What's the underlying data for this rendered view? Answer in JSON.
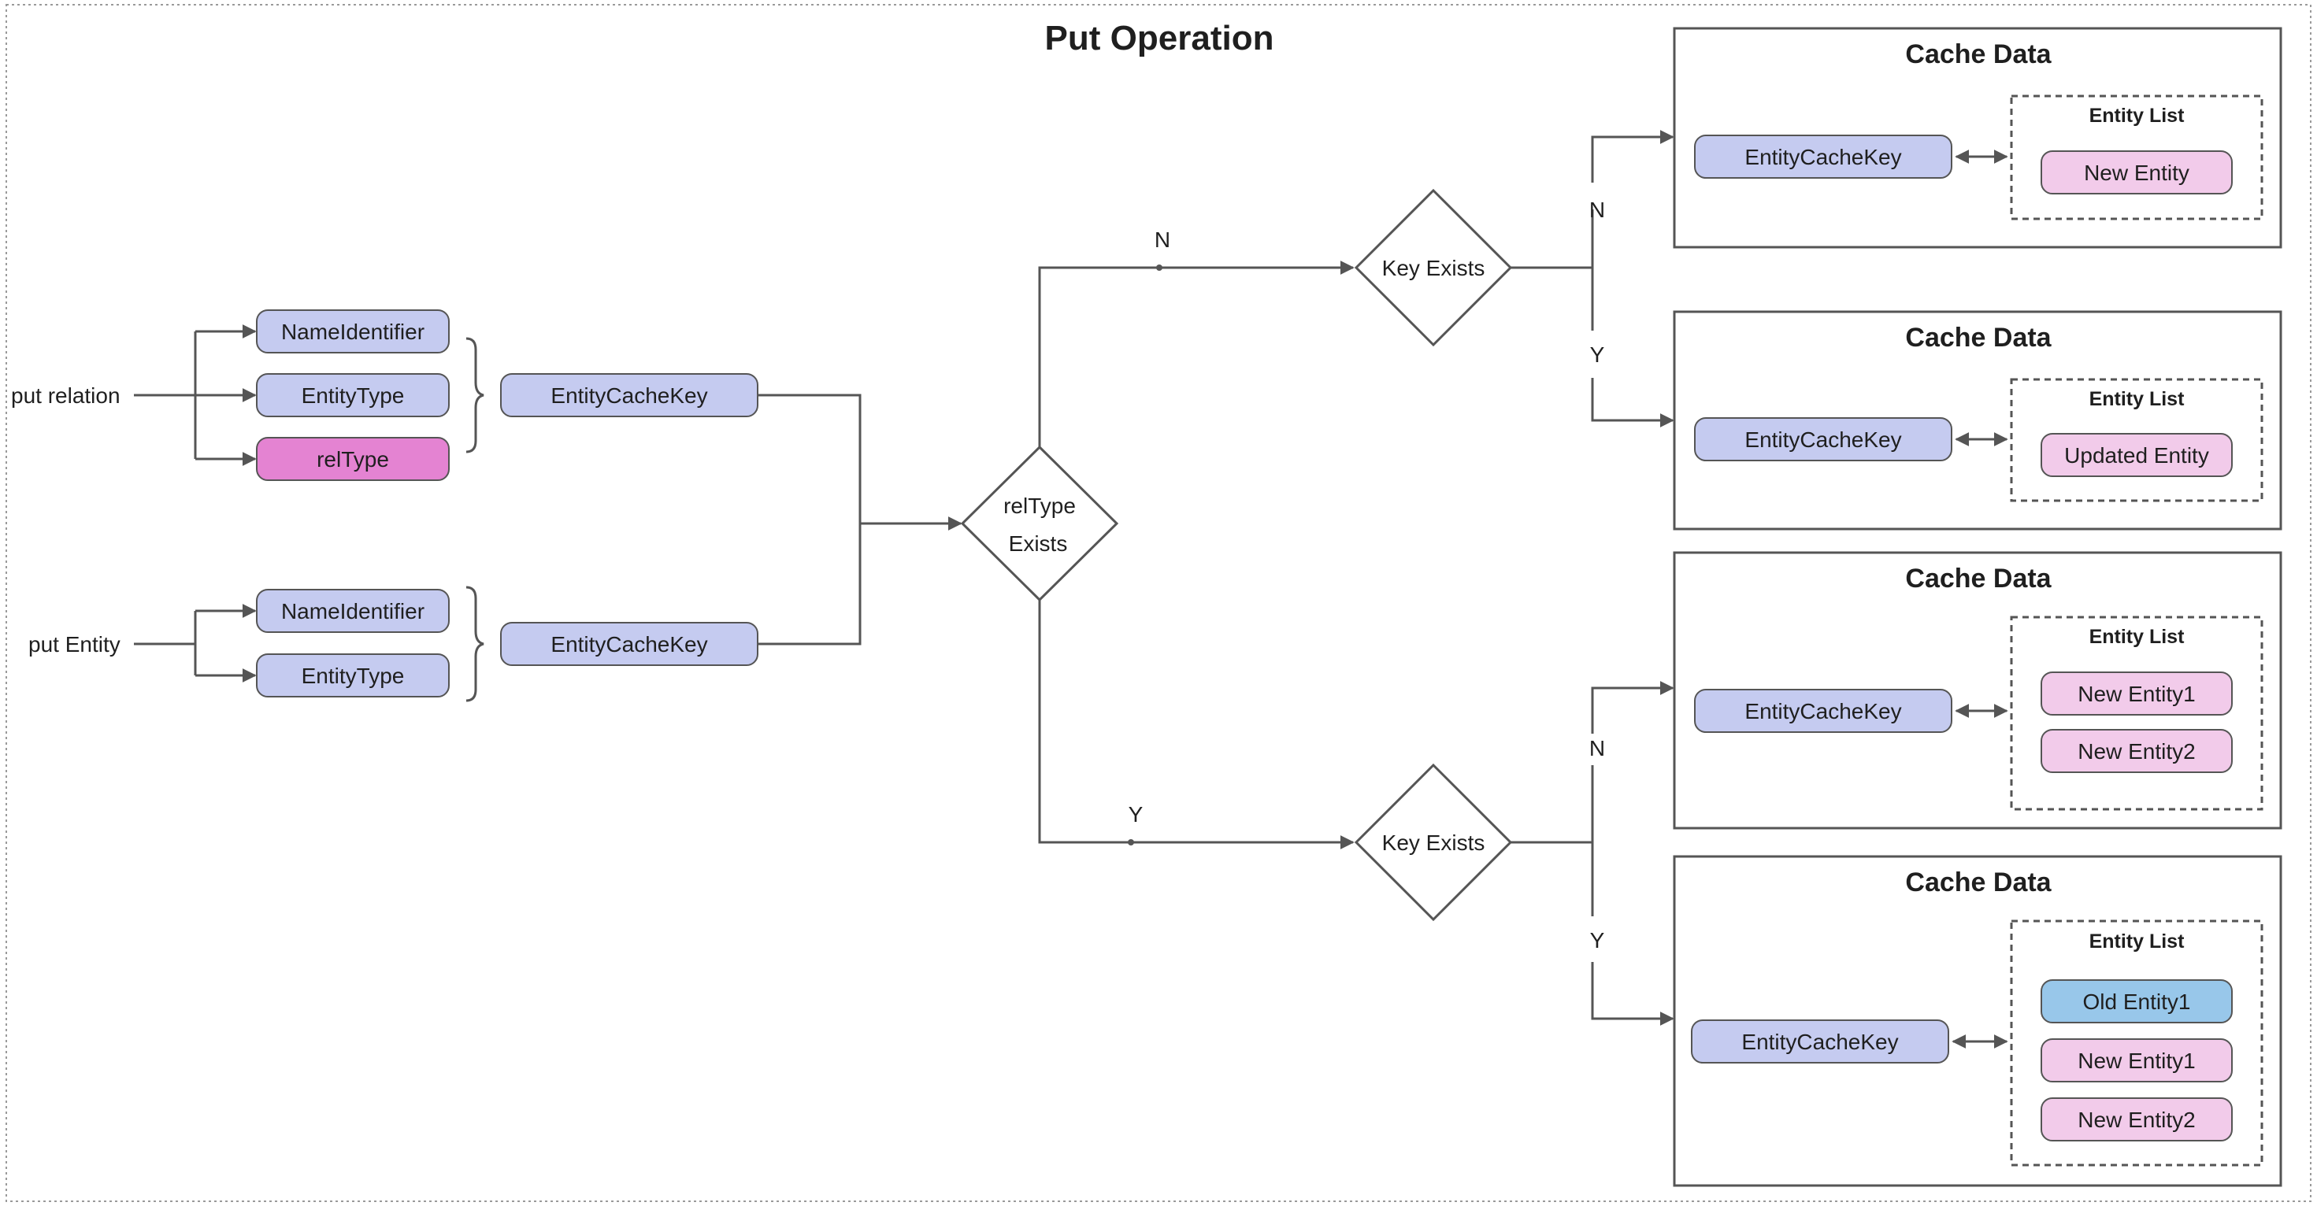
{
  "title": "Put Operation",
  "inputs": {
    "put_relation": "put relation",
    "put_entity": "put Entity"
  },
  "pills": {
    "name_identifier": "NameIdentifier",
    "entity_type": "EntityType",
    "rel_type": "relType",
    "entity_cache_key": "EntityCacheKey"
  },
  "decisions": {
    "rel_type_exists_line1": "relType",
    "rel_type_exists_line2": "Exists",
    "key_exists": "Key Exists"
  },
  "branches": {
    "no": "N",
    "yes": "Y"
  },
  "cache": {
    "title": "Cache Data",
    "list_title": "Entity List",
    "new_entity": "New Entity",
    "updated_entity": "Updated Entity",
    "new_entity1": "New Entity1",
    "new_entity2": "New Entity2",
    "old_entity1": "Old Entity1"
  },
  "colors": {
    "key_pill": "#c5cbf0",
    "rel_pill": "#e483d2",
    "entity_pill": "#f2cbea",
    "old_entity_pill": "#98c7ea",
    "stroke": "#555555"
  }
}
